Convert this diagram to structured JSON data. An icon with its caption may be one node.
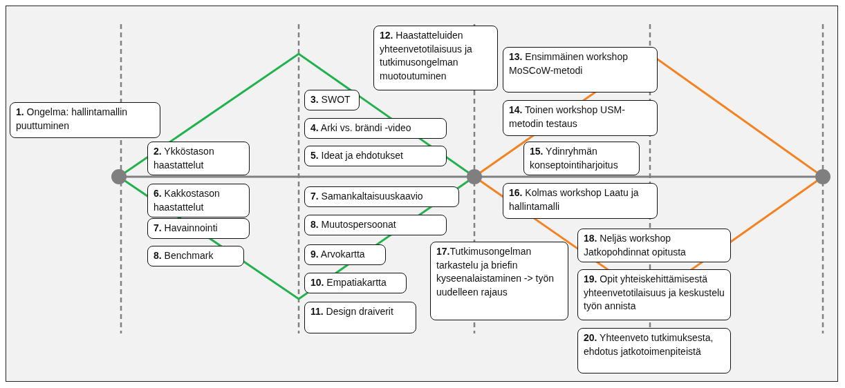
{
  "diagram": {
    "nodes": [
      {
        "text": [
          "**1.** Ongelma: hallintamallin puuttuminen"
        ]
      },
      {
        "text": [
          "**2.** Ykköstason haastattelut"
        ]
      },
      {
        "text": [
          "**6.** Kakkostason haastattelut"
        ]
      },
      {
        "text": [
          "**7.** Havainnointi"
        ]
      },
      {
        "text": [
          "**8.** Benchmark"
        ]
      },
      {
        "text": [
          "**3.** SWOT"
        ]
      },
      {
        "text": [
          "**4.** Arki vs. brändi -video"
        ]
      },
      {
        "text": [
          "**5.** Ideat ja ehdotukset"
        ]
      },
      {
        "text": [
          "**7.** Samankaltaisuuskaavio"
        ]
      },
      {
        "text": [
          "**8.** Muutospersoonat"
        ]
      },
      {
        "text": [
          "**9.** Arvokartta"
        ]
      },
      {
        "text": [
          "**10.** Empatiakartta"
        ]
      },
      {
        "text": [
          "**11.** Design draiverit"
        ]
      },
      {
        "text": [
          "**12.** Haastatteluiden yhteenvetotilaisuus ja tutkimusongelman muotoutuminen"
        ]
      },
      {
        "text": [
          "**17.**Tutkimusongelman tarkastelu ja briefin kyseenalaistaminen -> työn uudelleen rajaus"
        ]
      },
      {
        "text": [
          "**13.** Ensimmäinen workshop MoSCoW-metodi"
        ]
      },
      {
        "text": [
          "**14.** Toinen workshop USM-metodin testaus"
        ]
      },
      {
        "text": [
          "**15.** Ydinryhmän konseptointiharjoitus"
        ]
      },
      {
        "text": [
          "**16.** Kolmas workshop Laatu ja hallintamalli"
        ]
      },
      {
        "text": [
          "**18.** Neljäs workshop Jatkopohdinnat opitusta"
        ]
      },
      {
        "text": [
          "**19.** Opit yhteiskehittämisestä yhteenvetotilaisuus ja keskustelu työn annista"
        ]
      },
      {
        "text": [
          "**20.** Yhteenveto tutkimuksesta, ehdotus jatkotoimenpiteistä"
        ]
      }
    ]
  }
}
